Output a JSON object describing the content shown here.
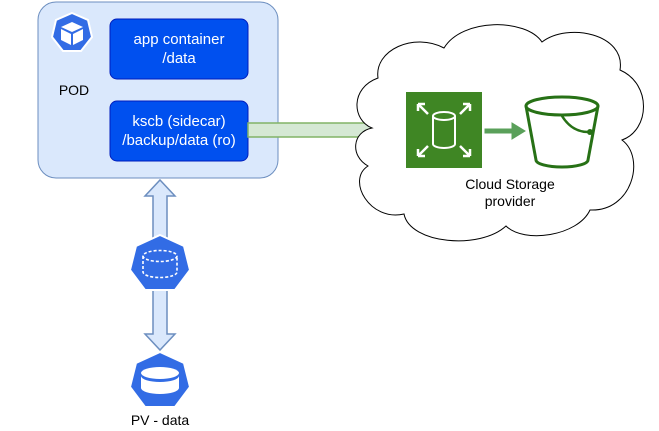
{
  "pod": {
    "label": "POD"
  },
  "app_container": {
    "line1": "app container",
    "line2": "/data"
  },
  "sidecar": {
    "line1": "kscb (sidecar)",
    "line2": "/backup/data (ro)"
  },
  "cloud": {
    "line1": "Cloud Storage",
    "line2": "provider"
  },
  "pv": {
    "label": "PV - data"
  },
  "colors": {
    "pod_fill": "#dae8fc",
    "pod_stroke": "#6c8ebf",
    "box_fill": "#0050ef",
    "k8s_blue": "#326ce5",
    "arrow_green_fill": "#d5e8d4",
    "arrow_green_stroke": "#82b366",
    "aws_green": "#3f8624",
    "bucket_green": "#277116"
  },
  "icons": {
    "pod": "kubernetes-pod-icon",
    "volume": "kubernetes-volume-icon",
    "pv": "kubernetes-persistent-volume-icon",
    "storage_gateway": "aws-storage-gateway-icon",
    "bucket": "s3-bucket-icon"
  }
}
